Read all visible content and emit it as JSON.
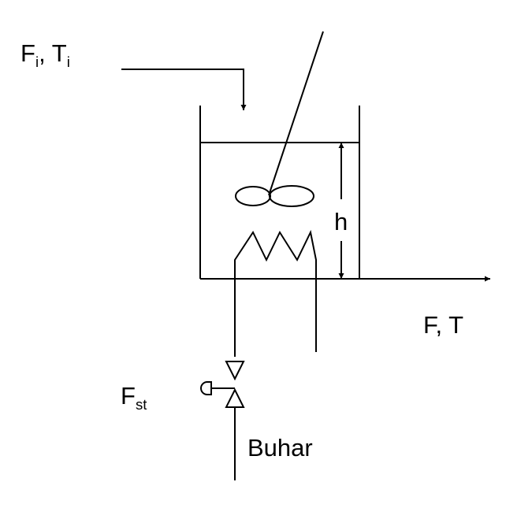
{
  "labels": {
    "inlet_flow": "F",
    "inlet_flow_sub": "i",
    "inlet_sep": ", T",
    "inlet_temp_sub": "i",
    "outlet": "F, T",
    "height": "h",
    "steam_flow": "F",
    "steam_flow_sub": "st",
    "steam": "Buhar"
  },
  "colors": {
    "line": "#000000",
    "background": "#ffffff"
  }
}
